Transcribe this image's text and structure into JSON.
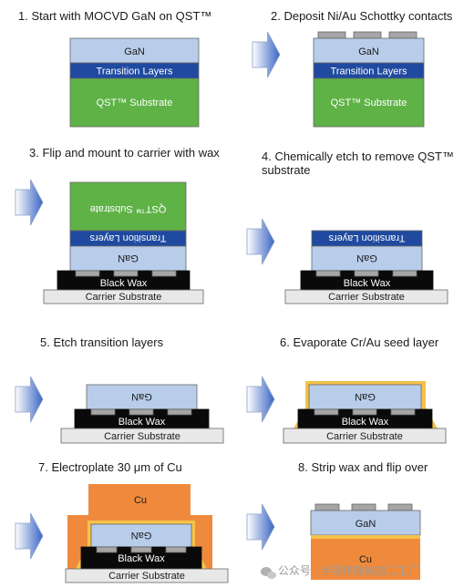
{
  "colors": {
    "gan": "#b8cdea",
    "transition": "#1f4aa0",
    "qst": "#5fb246",
    "wax": "#0a0a0a",
    "carrier": "#e8e8e8",
    "contact": "#a6a6a6",
    "seed": "#f4c24a",
    "cu": "#ef8a3c",
    "outline": "#666666",
    "arrow_light": "#ffffff",
    "arrow_dark": "#3a64c4"
  },
  "icons": {
    "process_arrow": "arrow-right-icon",
    "watermark": "wechat-icon"
  },
  "steps": [
    {
      "caption": "1. Start with MOCVD GaN on QST™",
      "gan": "GaN",
      "transition": "Transition Layers",
      "substrate": "QST™ Substrate"
    },
    {
      "caption": "2. Deposit Ni/Au Schottky contacts",
      "gan": "GaN",
      "transition": "Transition Layers",
      "substrate": "QST™ Substrate"
    },
    {
      "caption": "3. Flip and mount to carrier with wax",
      "substrate": "QST™ Substrate",
      "transition": "Transition Layers",
      "gan": "GaN",
      "wax": "Black Wax",
      "carrier": "Carrier Substrate"
    },
    {
      "caption_line1": "4. Chemically etch to remove QST™",
      "caption_line2": "substrate",
      "transition": "Transition Layers",
      "gan": "GaN",
      "wax": "Black Wax",
      "carrier": "Carrier Substrate"
    },
    {
      "caption": "5. Etch transition layers",
      "gan": "GaN",
      "wax": "Black Wax",
      "carrier": "Carrier Substrate"
    },
    {
      "caption": "6. Evaporate Cr/Au seed layer",
      "gan": "GaN",
      "wax": "Black Wax",
      "carrier": "Carrier Substrate"
    },
    {
      "caption": "7. Electroplate 30 μm of Cu",
      "cu": "Cu",
      "gan": "GaN",
      "wax": "Black Wax",
      "carrier": "Carrier Substrate"
    },
    {
      "caption": "8. Strip wax and flip over",
      "gan": "GaN",
      "cu": "Cu"
    }
  ],
  "watermark": {
    "text": "公众号 · 半导体微纳加工工厂"
  }
}
